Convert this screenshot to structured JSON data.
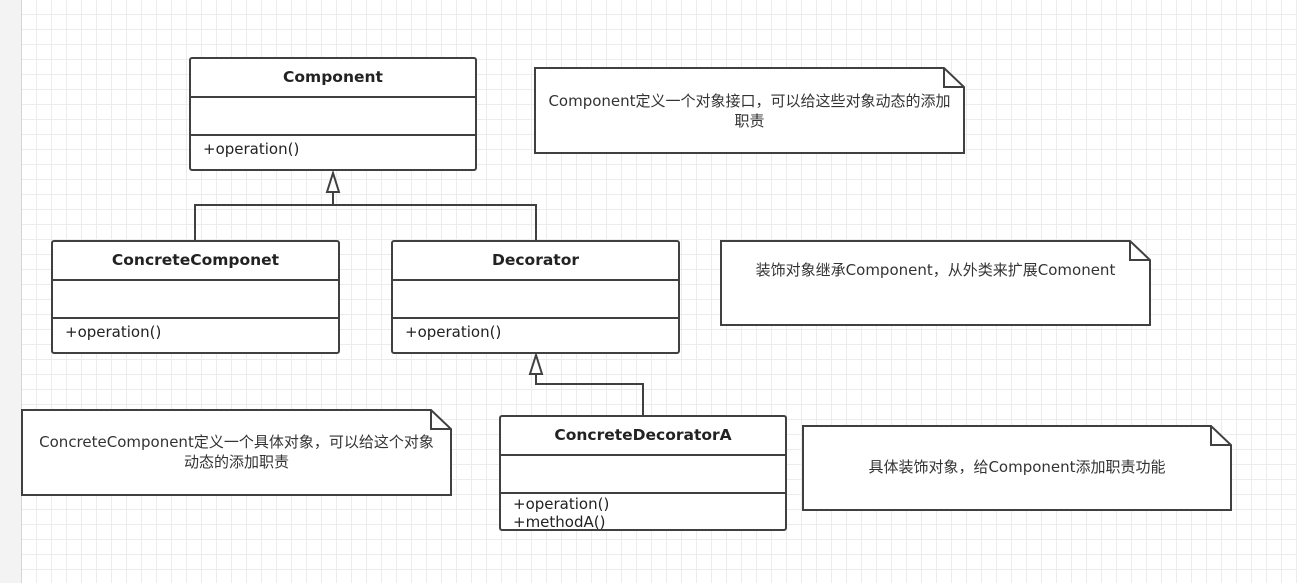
{
  "classes": {
    "component": {
      "name": "Component",
      "operations": [
        "+operation()"
      ]
    },
    "concrete_componet": {
      "name": "ConcreteComponet",
      "operations": [
        "+operation()"
      ]
    },
    "decorator": {
      "name": "Decorator",
      "operations": [
        "+operation()"
      ]
    },
    "concrete_decorator_a": {
      "name": "ConcreteDecoratorA",
      "operations": [
        "+operation()",
        "+methodA()"
      ]
    }
  },
  "notes": {
    "component_note": "Component定义一个对象接口，可以给这些对象动态的添加职责",
    "decorator_note": "装饰对象继承Component，从外类来扩展Comonent",
    "concrete_component_note": "ConcreteComponent定义一个具体对象，可以给这个对象动态的添加职责",
    "concrete_decorator_note": "具体装饰对象，给Component添加职责功能"
  },
  "colors": {
    "line": "#404040",
    "grid": "#ececec",
    "background": "#ffffff"
  }
}
